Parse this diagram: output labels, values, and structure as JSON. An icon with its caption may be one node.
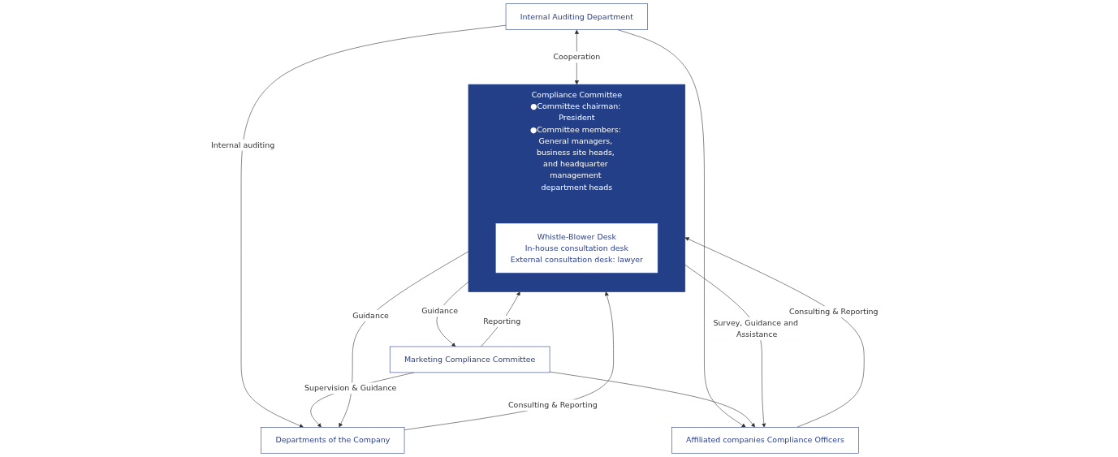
{
  "diagram": {
    "nodes": [
      {
        "text": [
          "Compliance Committee",
          "●Committee chairman: President",
          "●Committee members: General managers, business site heads, and headquarter management department heads"
        ]
      },
      {
        "text": [
          "Whistle-Blower Desk",
          "In-house consultation desk",
          "External consultation desk: lawyer"
        ],
        "in": 0
      },
      {
        "text": [
          "Internal Auditing Department"
        ]
      },
      {
        "text": [
          "Marketing Compliance Committee"
        ]
      },
      {
        "text": [
          "Departments of the Company"
        ]
      },
      {
        "text": [
          "Affiliated companies Compliance Officers"
        ]
      }
    ],
    "edges": [
      {
        "from": 2,
        "to": 0,
        "arrow": "both",
        "label": "Cooperation"
      },
      {
        "from": 0,
        "to": 3,
        "arrow": "to",
        "label": "Guidance"
      },
      {
        "from": 3,
        "to": 0,
        "arrow": "to",
        "label": "Reporting"
      },
      {
        "from": 0,
        "to": 4,
        "arrow": "to",
        "label": "Guidance"
      },
      {
        "from": 4,
        "to": 0,
        "arrow": "to",
        "label": "Consulting & Reporting"
      },
      {
        "from": 5,
        "to": 0,
        "arrow": "to",
        "label": "Consulting & Reporting"
      },
      {
        "from": 0,
        "to": 5,
        "arrow": "to",
        "label": "Survey, Guidance and Assistance"
      },
      {
        "from": 2,
        "to": 4,
        "arrow": "to",
        "label": "Internal auditing"
      },
      {
        "from": 2,
        "to": 5,
        "arrow": "to"
      },
      {
        "from": 3,
        "to": 4,
        "arrow": "to",
        "label": "Supervision & Guidance"
      },
      {
        "from": 3,
        "to": 5,
        "arrow": "to"
      }
    ]
  }
}
